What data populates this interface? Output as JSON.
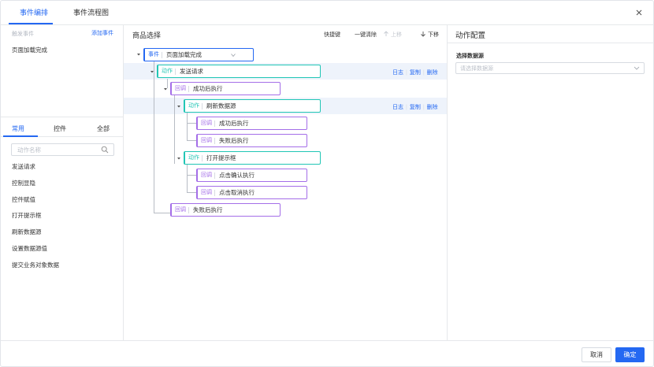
{
  "header": {
    "tabs": [
      {
        "label": "事件编排",
        "active": true
      },
      {
        "label": "事件流程图",
        "active": false
      }
    ]
  },
  "left": {
    "trigger_header": "触发事件",
    "add_event": "添加事件",
    "event": "页面加载完成",
    "tabs": [
      "常用",
      "控件",
      "全部"
    ],
    "search_placeholder": "动作名称",
    "actions": [
      "发送请求",
      "控制显隐",
      "控件赋值",
      "打开提示框",
      "刷新数据源",
      "设置数据源值",
      "提交业务对象数据"
    ]
  },
  "center": {
    "title": "商品选择",
    "toolbar": {
      "shortcut": "快捷键",
      "clear_all": "一键清除",
      "move_up": "上移",
      "move_down": "下移"
    },
    "row_links": {
      "log": "日志",
      "copy": "复制",
      "delete": "删除"
    },
    "nodes": [
      {
        "type": "ev",
        "tag": "事件",
        "label": "页面加载完成"
      },
      {
        "type": "act",
        "tag": "动作",
        "label": "发送请求"
      },
      {
        "type": "cb",
        "tag": "回调",
        "label": "成功后执行"
      },
      {
        "type": "act",
        "tag": "动作",
        "label": "刷新数据源"
      },
      {
        "type": "cb",
        "tag": "回调",
        "label": "成功后执行"
      },
      {
        "type": "cb",
        "tag": "回调",
        "label": "失败后执行"
      },
      {
        "type": "act",
        "tag": "动作",
        "label": "打开提示框"
      },
      {
        "type": "cb",
        "tag": "回调",
        "label": "点击确认执行"
      },
      {
        "type": "cb",
        "tag": "回调",
        "label": "点击取消执行"
      },
      {
        "type": "cb",
        "tag": "回调",
        "label": "失败后执行"
      }
    ]
  },
  "right": {
    "title": "动作配置",
    "field_label": "选择数据源",
    "select_placeholder": "请选择数据源"
  },
  "footer": {
    "cancel": "取消",
    "confirm": "确定"
  },
  "colors": {
    "primary": "#2468f2",
    "action": "#21c6b5",
    "callback": "#a46ee8",
    "highlight": "#eef3fb"
  }
}
